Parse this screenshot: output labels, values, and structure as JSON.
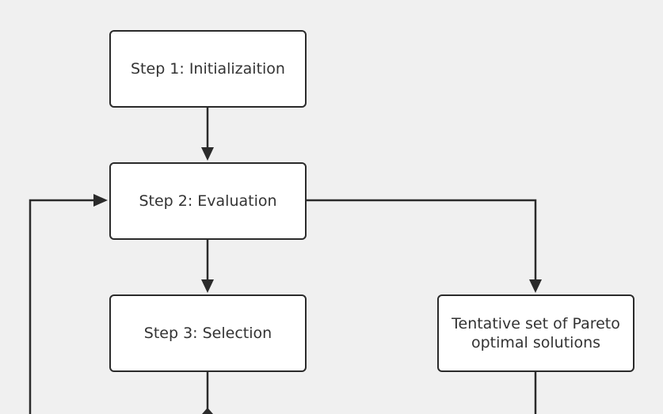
{
  "diagram": {
    "nodes": [
      {
        "id": "step1",
        "label": "Step 1:  Initializaition"
      },
      {
        "id": "step2",
        "label": "Step 2: Evaluation"
      },
      {
        "id": "step3",
        "label": "Step 3: Selection"
      },
      {
        "id": "pareto",
        "label": "Tentative set of Pareto\noptimal solutions"
      }
    ],
    "edges": [
      {
        "from": "step1",
        "to": "step2"
      },
      {
        "from": "step2",
        "to": "step3"
      },
      {
        "from": "step2",
        "to": "pareto"
      },
      {
        "from": "loop-back",
        "to": "step2"
      }
    ],
    "colors": {
      "background": "#f0f0f0",
      "node_fill": "#ffffff",
      "stroke": "#2b2b2b",
      "text": "#333333"
    }
  }
}
